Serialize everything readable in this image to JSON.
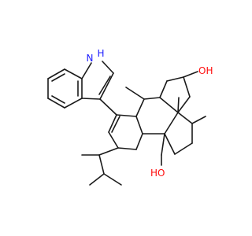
{
  "molecule": {
    "labels": {
      "nh": {
        "n": "N",
        "h": "H"
      },
      "oh_right": "OH",
      "oh_bottom": "HO"
    },
    "colors": {
      "bond": "#1a1a1a",
      "nitrogen": "#2020ff",
      "oxygen": "#ff0d0d",
      "background": "#ffffff"
    }
  }
}
